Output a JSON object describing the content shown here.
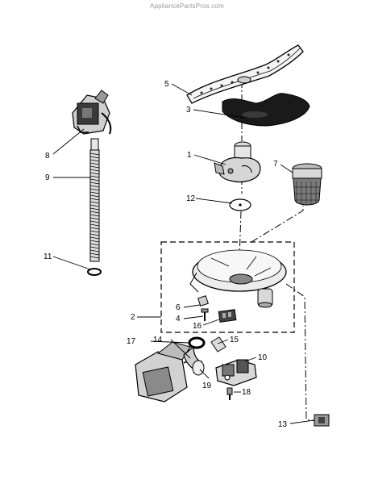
{
  "watermark": "AppliancePartsPros.com",
  "callouts": {
    "c1": "1",
    "c2": "2",
    "c3": "3",
    "c4": "4",
    "c5": "5",
    "c6": "6",
    "c7": "7",
    "c8": "8",
    "c9": "9",
    "c10": "10",
    "c11": "11",
    "c12": "12",
    "c13": "13",
    "c14": "14",
    "c15": "15",
    "c16": "16",
    "c17": "17",
    "c18": "18",
    "c19": "19"
  }
}
